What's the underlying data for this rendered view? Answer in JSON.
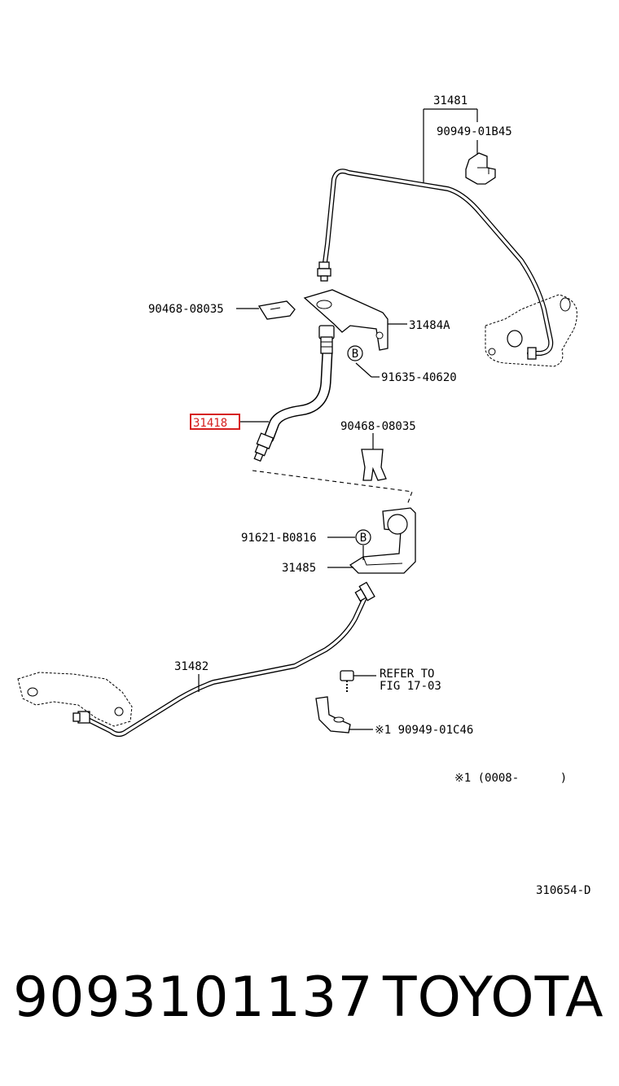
{
  "diagram": {
    "figure_code": "310654-D",
    "labels": {
      "tube_upper": "31481",
      "clamp_upper": "90949-01B45",
      "clip_left": "90468-08035",
      "bracket_upper": "31484A",
      "bolt_upper": "91635-40620",
      "hose": "31418",
      "clip_right": "90468-08035",
      "bolt_lower": "91621-B0816",
      "bracket_lower": "31485",
      "tube_lower": "31482",
      "refer_line1": "REFER TO",
      "refer_line2": "FIG 17-03",
      "clamp_lower": "※1 90949-01C46",
      "footnote": "※1 (0008-      )",
      "marker_b1": "B",
      "marker_b2": "B"
    },
    "highlighted_part": "31418",
    "highlight_color": "#d62020"
  },
  "footer": {
    "part_number": "9093101137",
    "brand": "TOYOTA"
  }
}
